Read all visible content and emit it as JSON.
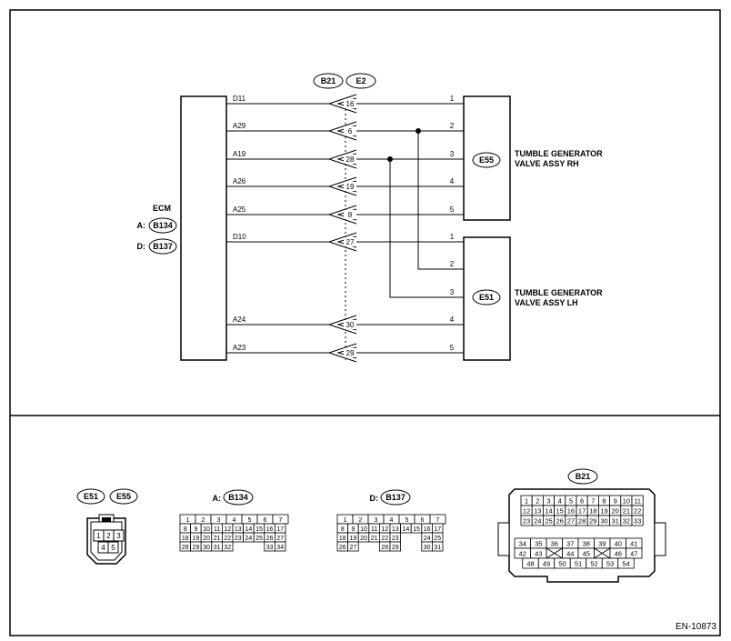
{
  "connectors_top": [
    "B21",
    "E2"
  ],
  "ecm": {
    "title": "ECM",
    "conn_a_prefix": "A:",
    "conn_a": "B134",
    "conn_d_prefix": "D:",
    "conn_d": "B137"
  },
  "wires": [
    {
      "ecm_pin": "D11",
      "junction": "16",
      "pin": "1"
    },
    {
      "ecm_pin": "A29",
      "junction": "6",
      "pin": "2"
    },
    {
      "ecm_pin": "A19",
      "junction": "28",
      "pin": "3"
    },
    {
      "ecm_pin": "A26",
      "junction": "19",
      "pin": "4"
    },
    {
      "ecm_pin": "A25",
      "junction": "8",
      "pin": "5"
    },
    {
      "ecm_pin": "D10",
      "junction": "27",
      "pin": "1"
    },
    {
      "ecm_pin": "",
      "junction": "",
      "pin": "2"
    },
    {
      "ecm_pin": "",
      "junction": "",
      "pin": "3"
    },
    {
      "ecm_pin": "A24",
      "junction": "30",
      "pin": "4"
    },
    {
      "ecm_pin": "A23",
      "junction": "29",
      "pin": "5"
    }
  ],
  "rh": {
    "conn": "E55",
    "line1": "TUMBLE GENERATOR",
    "line2": "VALVE ASSY RH"
  },
  "lh": {
    "conn": "E51",
    "line1": "TUMBLE GENERATOR",
    "line2": "VALVE ASSY LH"
  },
  "connector_views": {
    "small": {
      "labels": [
        "E51",
        "E55"
      ],
      "pins": [
        "1",
        "2",
        "3",
        "4",
        "5"
      ]
    },
    "b134": {
      "prefix": "A:",
      "label": "B134",
      "rows": [
        [
          "1",
          "2",
          "3",
          "4",
          "5",
          "6",
          "7"
        ],
        [
          "8",
          "9",
          "10",
          "11",
          "12",
          "13",
          "14",
          "15",
          "16",
          "17"
        ],
        [
          "18",
          "19",
          "20",
          "21",
          "22",
          "23",
          "24",
          "25",
          "26",
          "27"
        ],
        [
          "28",
          "29",
          "30",
          "31",
          "32",
          "33",
          "34"
        ]
      ]
    },
    "b137": {
      "prefix": "D:",
      "label": "B137",
      "rows": [
        [
          "1",
          "2",
          "3",
          "4",
          "5",
          "6",
          "7"
        ],
        [
          "8",
          "9",
          "10",
          "11",
          "12",
          "13",
          "14",
          "15",
          "16",
          "17"
        ],
        [
          "18",
          "19",
          "20",
          "21",
          "22",
          "23",
          "24",
          "25"
        ],
        [
          "26",
          "27",
          "28",
          "29",
          "30",
          "31"
        ]
      ]
    },
    "b21": {
      "label": "B21",
      "rows": [
        [
          "1",
          "2",
          "3",
          "4",
          "5",
          "6",
          "7",
          "8",
          "9",
          "10",
          "11"
        ],
        [
          "12",
          "13",
          "14",
          "15",
          "16",
          "17",
          "18",
          "19",
          "20",
          "21",
          "22"
        ],
        [
          "23",
          "24",
          "25",
          "26",
          "27",
          "28",
          "29",
          "30",
          "31",
          "32",
          "33"
        ],
        [
          "34",
          "35",
          "36",
          "37",
          "38",
          "39",
          "40",
          "41"
        ],
        [
          "42",
          "43",
          "44",
          "45",
          "46",
          "47"
        ],
        [
          "48",
          "49",
          "50",
          "51",
          "52",
          "53",
          "54"
        ]
      ]
    }
  },
  "figure_id": "EN-10873"
}
